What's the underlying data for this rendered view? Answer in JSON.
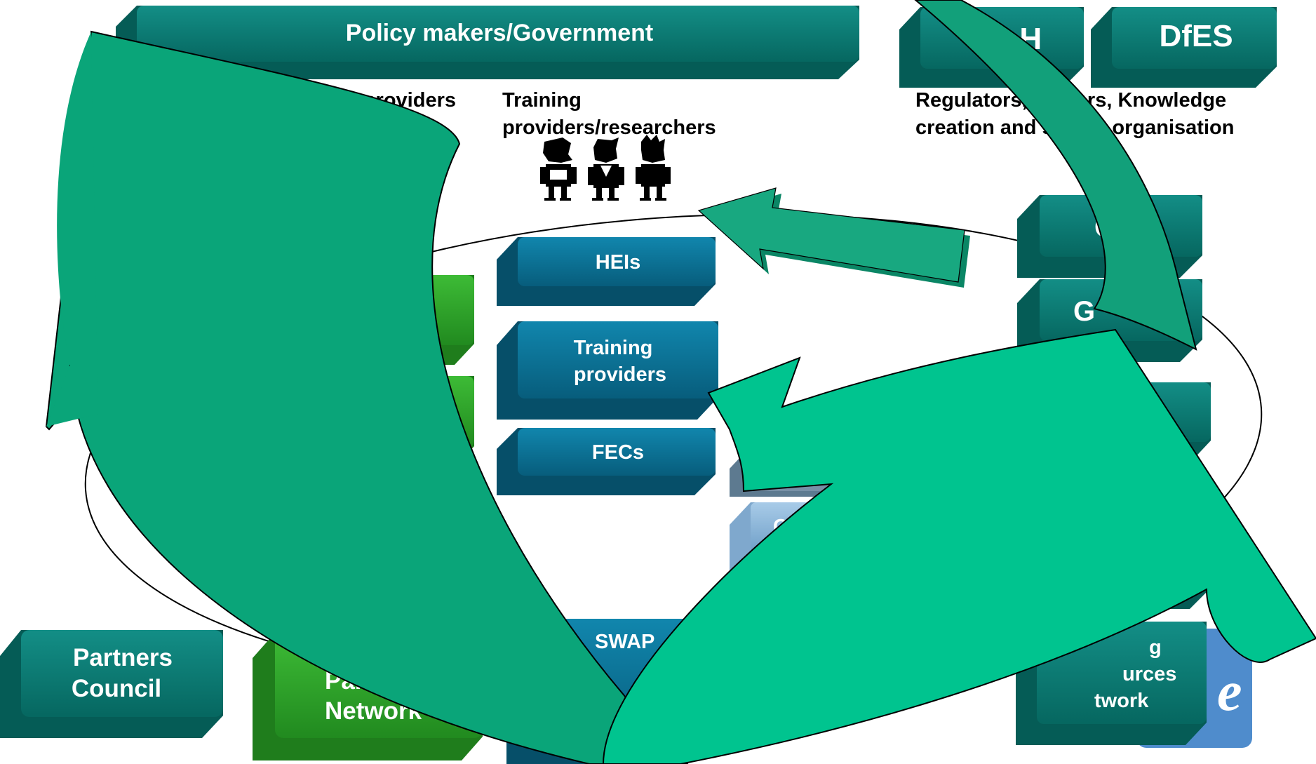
{
  "top_banner": {
    "label": "Policy makers/Government"
  },
  "regulator_boxes": [
    {
      "id": "doh",
      "label": "DoH"
    },
    {
      "id": "dfes",
      "label": "DfES"
    }
  ],
  "captions": {
    "service_providers": "…ice providers",
    "training_providers_researchers": [
      "Training",
      "providers/researchers"
    ],
    "regulators": [
      "Regulators,   pectors, Knowledge",
      "creation and      seeing organisation"
    ]
  },
  "training_boxes": [
    {
      "id": "heis",
      "label": [
        "HEIs"
      ]
    },
    {
      "id": "training-providers",
      "label": [
        "Training",
        "providers"
      ]
    },
    {
      "id": "fecs",
      "label": [
        "FECs"
      ]
    },
    {
      "id": "swap",
      "label": [
        "SWAP"
      ]
    }
  ],
  "right_boxes": [
    {
      "id": "r1",
      "label": "C"
    },
    {
      "id": "r2",
      "label": "G"
    },
    {
      "id": "r3",
      "label": ""
    },
    {
      "id": "r4",
      "label": ""
    }
  ],
  "bottom_boxes": {
    "partners_council": [
      "Partners",
      "Council"
    ],
    "partners_network": [
      "Partn",
      "Network"
    ],
    "resources_network": [
      "g",
      "urces",
      "twork"
    ],
    "c_box": "C"
  },
  "colors": {
    "teal_box": "#0a7a73",
    "blue_box": "#0b6f93",
    "green_box": "#2ea32b",
    "big_arrow": "#0aa579",
    "bright_arrow": "#00c48f",
    "small_arrow": "#119a74",
    "pale_blue": "#8db9dc",
    "logo_blue": "#4f8ccc"
  },
  "icons": [
    "person-icon",
    "person-icon",
    "person-icon"
  ]
}
